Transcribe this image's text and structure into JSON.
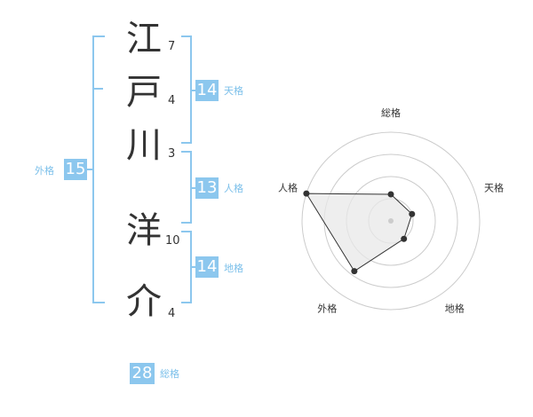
{
  "name": {
    "chars": [
      {
        "char": "江",
        "strokes": "7"
      },
      {
        "char": "戸",
        "strokes": "4"
      },
      {
        "char": "川",
        "strokes": "3"
      },
      {
        "char": "洋",
        "strokes": "10"
      },
      {
        "char": "介",
        "strokes": "4"
      }
    ]
  },
  "kakusu": {
    "tenkaku": {
      "value": "14",
      "label": "天格"
    },
    "jinkaku": {
      "value": "13",
      "label": "人格"
    },
    "chikaku": {
      "value": "14",
      "label": "地格"
    },
    "gaikaku": {
      "value": "15",
      "label": "外格"
    },
    "soukaku": {
      "value": "28",
      "label": "総格"
    }
  },
  "radar": {
    "axes": [
      "総格",
      "天格",
      "地格",
      "外格",
      "人格"
    ],
    "values": [
      0.3,
      0.25,
      0.25,
      0.7,
      1.0
    ],
    "rings": 4
  },
  "colors": {
    "accent": "#8cc7ee",
    "accent_text": "#7cc0ea",
    "kanji_text": "#333333"
  }
}
